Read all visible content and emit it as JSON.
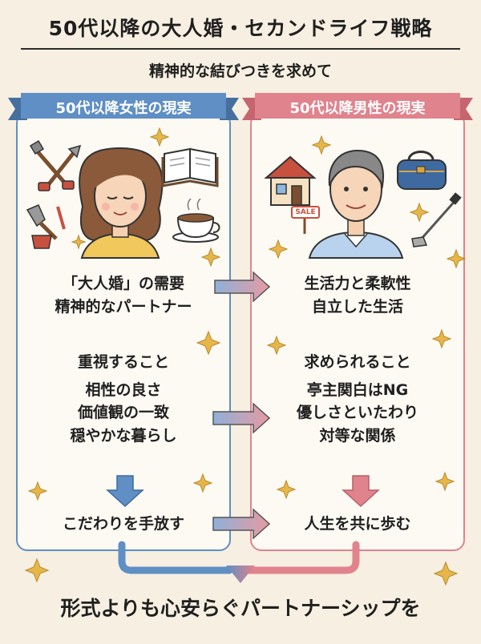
{
  "title": "50代以降の大人婚・セカンドライフ戦略",
  "subtitle": "精神的な結びつきを求めて",
  "left_panel": {
    "header": "50代以降女性の現実",
    "needs": [
      "「大人婚」の需要",
      "精神的なパートナー"
    ],
    "values_heading": "重視すること",
    "values": [
      "相性の良さ",
      "価値観の一致",
      "穏やかな暮らし"
    ],
    "conclusion": "こだわりを手放す"
  },
  "right_panel": {
    "header": "50代以降男性の現実",
    "needs": [
      "生活力と柔軟性",
      "自立した生活"
    ],
    "values_heading": "求められること",
    "values": [
      "亭主関白はNG",
      "優しさといたわり",
      "対等な関係"
    ],
    "conclusion": "人生を共に歩む"
  },
  "house_sign": "SALE",
  "bottom_message": "形式よりも心安らぐパートナーシップを",
  "colors": {
    "background": "#f7efe1",
    "blue": "#5f8fc4",
    "pink": "#e0838d",
    "gold": "#e7b64a"
  }
}
